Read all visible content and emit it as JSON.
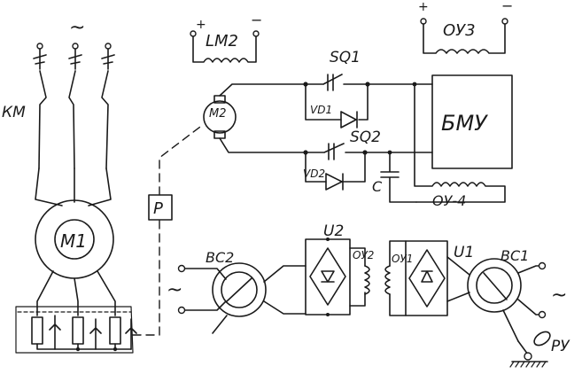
{
  "labels": {
    "km": "КМ",
    "ac_symbol_top": "~",
    "m1": "M1",
    "m2": "M2",
    "lm2": "LM2",
    "oy3": "ОУ3",
    "sq1": "SQ1",
    "sq2": "SQ2",
    "vd1": "VD1",
    "vd2": "VD2",
    "bmu": "БМУ",
    "c": "С",
    "oy4_top": "ОУ-4",
    "p": "Р",
    "bc2": "ВС2",
    "bc1": "ВС1",
    "u2": "U2",
    "u1": "U1",
    "oy2": "ОУ2",
    "oy1": "ОУ1",
    "ac_left": "~",
    "ac_right": "~",
    "py": "РУ",
    "plus_lm2": "+",
    "minus_lm2": "−",
    "plus_oy3": "+",
    "minus_oy3": "−"
  }
}
